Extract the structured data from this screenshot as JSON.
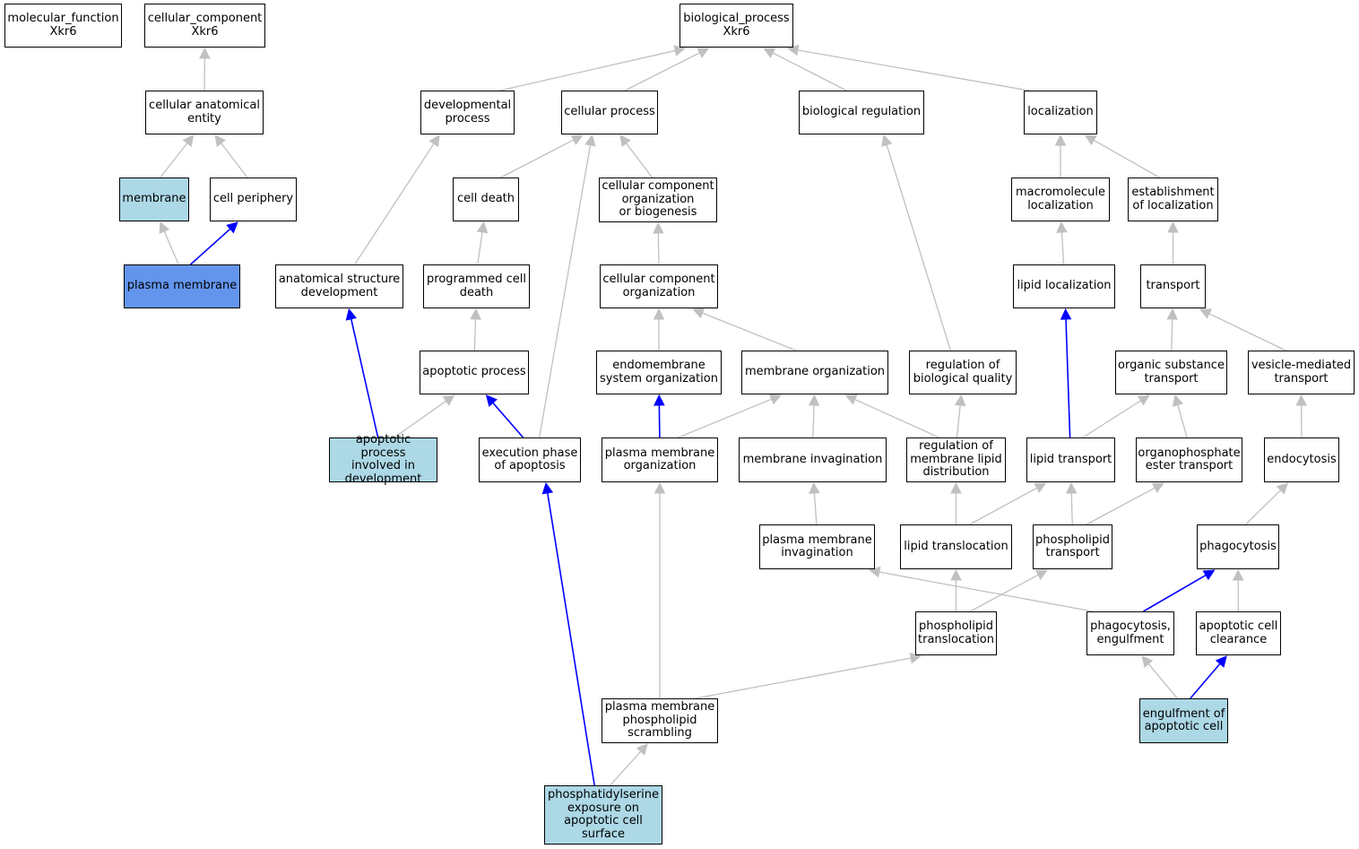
{
  "colors": {
    "edge_default": "#c0c0c0",
    "edge_highlight": "#0000ff",
    "node_default": "#ffffff",
    "node_annotated": "#add8e6",
    "node_primary": "#6495ed"
  },
  "nodes": {
    "mf_root": "molecular_function\nXkr6",
    "cc_root": "cellular_component\nXkr6",
    "bp_root": "biological_process\nXkr6",
    "cell_anat_entity": "cellular anatomical\nentity",
    "membrane": "membrane",
    "cell_periphery": "cell periphery",
    "plasma_membrane": "plasma membrane",
    "developmental_process": "developmental\nprocess",
    "anatomical_structure_dev": "anatomical structure\ndevelopment",
    "apoptotic_in_development": "apoptotic process\ninvolved in\ndevelopment",
    "cellular_process": "cellular process",
    "cell_death": "cell death",
    "programmed_cell_death": "programmed cell\ndeath",
    "apoptotic_process": "apoptotic process",
    "execution_phase": "execution phase\nof apoptosis",
    "cc_org_biogenesis": "cellular component\norganization\nor biogenesis",
    "cc_organization": "cellular component\norganization",
    "endomembrane_org": "endomembrane\nsystem organization",
    "membrane_org": "membrane organization",
    "pm_organization": "plasma membrane\norganization",
    "membrane_invagination": "membrane invagination",
    "pm_invagination": "plasma membrane\ninvagination",
    "pm_phospholipid_scrambling": "plasma membrane\nphospholipid\nscrambling",
    "ps_exposure": "phosphatidylserine\nexposure on\napoptotic cell\nsurface",
    "biological_regulation": "biological regulation",
    "regulation_bio_quality": "regulation of\nbiological quality",
    "regulation_lipid_dist": "regulation of\nmembrane lipid\ndistribution",
    "lipid_translocation": "lipid translocation",
    "phospholipid_translocation": "phospholipid\ntranslocation",
    "localization": "localization",
    "macromolecule_localization": "macromolecule\nlocalization",
    "establishment_localization": "establishment\nof localization",
    "lipid_localization": "lipid localization",
    "transport": "transport",
    "organic_substance_transport": "organic substance\ntransport",
    "vesicle_mediated_transport": "vesicle-mediated\ntransport",
    "lipid_transport": "lipid transport",
    "organophosphate_transport": "organophosphate\nester transport",
    "phospholipid_transport": "phospholipid\ntransport",
    "endocytosis": "endocytosis",
    "phagocytosis": "phagocytosis",
    "phagocytosis_engulfment": "phagocytosis,\nengulfment",
    "apoptotic_cell_clearance": "apoptotic cell\nclearance",
    "engulfment_apoptotic_cell": "engulfment of\napoptotic cell"
  },
  "edges": [
    [
      "cell_anat_entity",
      "cc_root",
      "default"
    ],
    [
      "membrane",
      "cell_anat_entity",
      "default"
    ],
    [
      "cell_periphery",
      "cell_anat_entity",
      "default"
    ],
    [
      "plasma_membrane",
      "membrane",
      "default"
    ],
    [
      "plasma_membrane",
      "cell_periphery",
      "highlight"
    ],
    [
      "developmental_process",
      "bp_root",
      "default"
    ],
    [
      "cellular_process",
      "bp_root",
      "default"
    ],
    [
      "biological_regulation",
      "bp_root",
      "default"
    ],
    [
      "localization",
      "bp_root",
      "default"
    ],
    [
      "anatomical_structure_dev",
      "developmental_process",
      "default"
    ],
    [
      "apoptotic_in_development",
      "anatomical_structure_dev",
      "highlight"
    ],
    [
      "apoptotic_in_development",
      "apoptotic_process",
      "default"
    ],
    [
      "cell_death",
      "cellular_process",
      "default"
    ],
    [
      "cc_org_biogenesis",
      "cellular_process",
      "default"
    ],
    [
      "execution_phase",
      "cellular_process",
      "default"
    ],
    [
      "programmed_cell_death",
      "cell_death",
      "default"
    ],
    [
      "apoptotic_process",
      "programmed_cell_death",
      "default"
    ],
    [
      "execution_phase",
      "apoptotic_process",
      "highlight"
    ],
    [
      "ps_exposure",
      "execution_phase",
      "highlight"
    ],
    [
      "ps_exposure",
      "pm_phospholipid_scrambling",
      "default"
    ],
    [
      "cc_organization",
      "cc_org_biogenesis",
      "default"
    ],
    [
      "endomembrane_org",
      "cc_organization",
      "default"
    ],
    [
      "membrane_org",
      "cc_organization",
      "default"
    ],
    [
      "pm_organization",
      "endomembrane_org",
      "highlight"
    ],
    [
      "pm_organization",
      "membrane_org",
      "default"
    ],
    [
      "membrane_invagination",
      "membrane_org",
      "default"
    ],
    [
      "regulation_lipid_dist",
      "membrane_org",
      "default"
    ],
    [
      "regulation_lipid_dist",
      "regulation_bio_quality",
      "default"
    ],
    [
      "regulation_bio_quality",
      "biological_regulation",
      "default"
    ],
    [
      "pm_invagination",
      "membrane_invagination",
      "default"
    ],
    [
      "phagocytosis_engulfment",
      "pm_invagination",
      "default"
    ],
    [
      "pm_phospholipid_scrambling",
      "pm_organization",
      "default"
    ],
    [
      "pm_phospholipid_scrambling",
      "phospholipid_translocation",
      "default"
    ],
    [
      "lipid_translocation",
      "regulation_lipid_dist",
      "default"
    ],
    [
      "lipid_translocation",
      "lipid_transport",
      "default"
    ],
    [
      "phospholipid_translocation",
      "lipid_translocation",
      "default"
    ],
    [
      "phospholipid_translocation",
      "phospholipid_transport",
      "default"
    ],
    [
      "macromolecule_localization",
      "localization",
      "default"
    ],
    [
      "establishment_localization",
      "localization",
      "default"
    ],
    [
      "lipid_localization",
      "macromolecule_localization",
      "default"
    ],
    [
      "transport",
      "establishment_localization",
      "default"
    ],
    [
      "lipid_transport",
      "lipid_localization",
      "highlight"
    ],
    [
      "organic_substance_transport",
      "transport",
      "default"
    ],
    [
      "vesicle_mediated_transport",
      "transport",
      "default"
    ],
    [
      "lipid_transport",
      "organic_substance_transport",
      "default"
    ],
    [
      "organophosphate_transport",
      "organic_substance_transport",
      "default"
    ],
    [
      "phospholipid_transport",
      "lipid_transport",
      "default"
    ],
    [
      "phospholipid_transport",
      "organophosphate_transport",
      "default"
    ],
    [
      "endocytosis",
      "vesicle_mediated_transport",
      "default"
    ],
    [
      "phagocytosis",
      "endocytosis",
      "default"
    ],
    [
      "phagocytosis_engulfment",
      "phagocytosis",
      "highlight"
    ],
    [
      "apoptotic_cell_clearance",
      "phagocytosis",
      "default"
    ],
    [
      "engulfment_apoptotic_cell",
      "phagocytosis_engulfment",
      "default"
    ],
    [
      "engulfment_apoptotic_cell",
      "apoptotic_cell_clearance",
      "highlight"
    ]
  ]
}
